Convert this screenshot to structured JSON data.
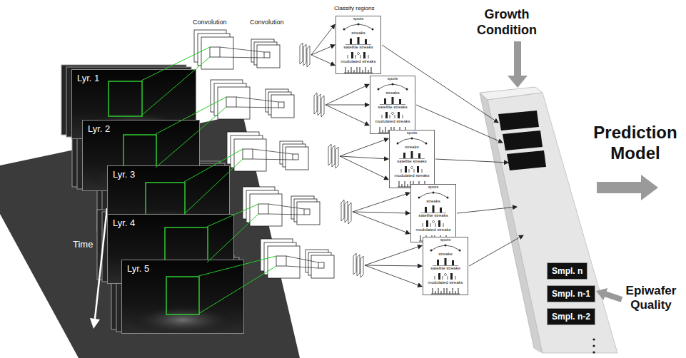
{
  "diagram": {
    "nodes": [
      {
        "text": [
          "Lyr. 1"
        ]
      },
      {
        "text": [
          "Lyr. 2"
        ]
      },
      {
        "text": [
          "Lyr. 3"
        ]
      },
      {
        "text": [
          "Lyr. 4"
        ]
      },
      {
        "text": [
          "Lyr. 5"
        ]
      },
      {
        "text": [
          "spots",
          "streaks",
          "satellite streaks",
          "modulated streaks"
        ]
      },
      {
        "text": [
          "spots",
          "streaks",
          "satellite streaks",
          "modulated streaks"
        ]
      },
      {
        "text": [
          "spots",
          "streaks",
          "satellite streaks",
          "modulated streaks"
        ]
      },
      {
        "text": [
          "spots",
          "streaks",
          "satellite streaks",
          "modulated streaks"
        ]
      },
      {
        "text": [
          "spots",
          "streaks",
          "satellite streaks",
          "modulated streaks"
        ]
      },
      {
        "text": [
          "Smpl. n"
        ]
      },
      {
        "text": [
          "Smpl. n-1"
        ]
      },
      {
        "text": [
          "Smpl. n-2"
        ]
      }
    ],
    "labels": [
      "Convolution",
      "Convolution",
      "Classify regions",
      "Growth Condition",
      "Time",
      "Prediction Model",
      "Epiwafer Quality"
    ]
  }
}
